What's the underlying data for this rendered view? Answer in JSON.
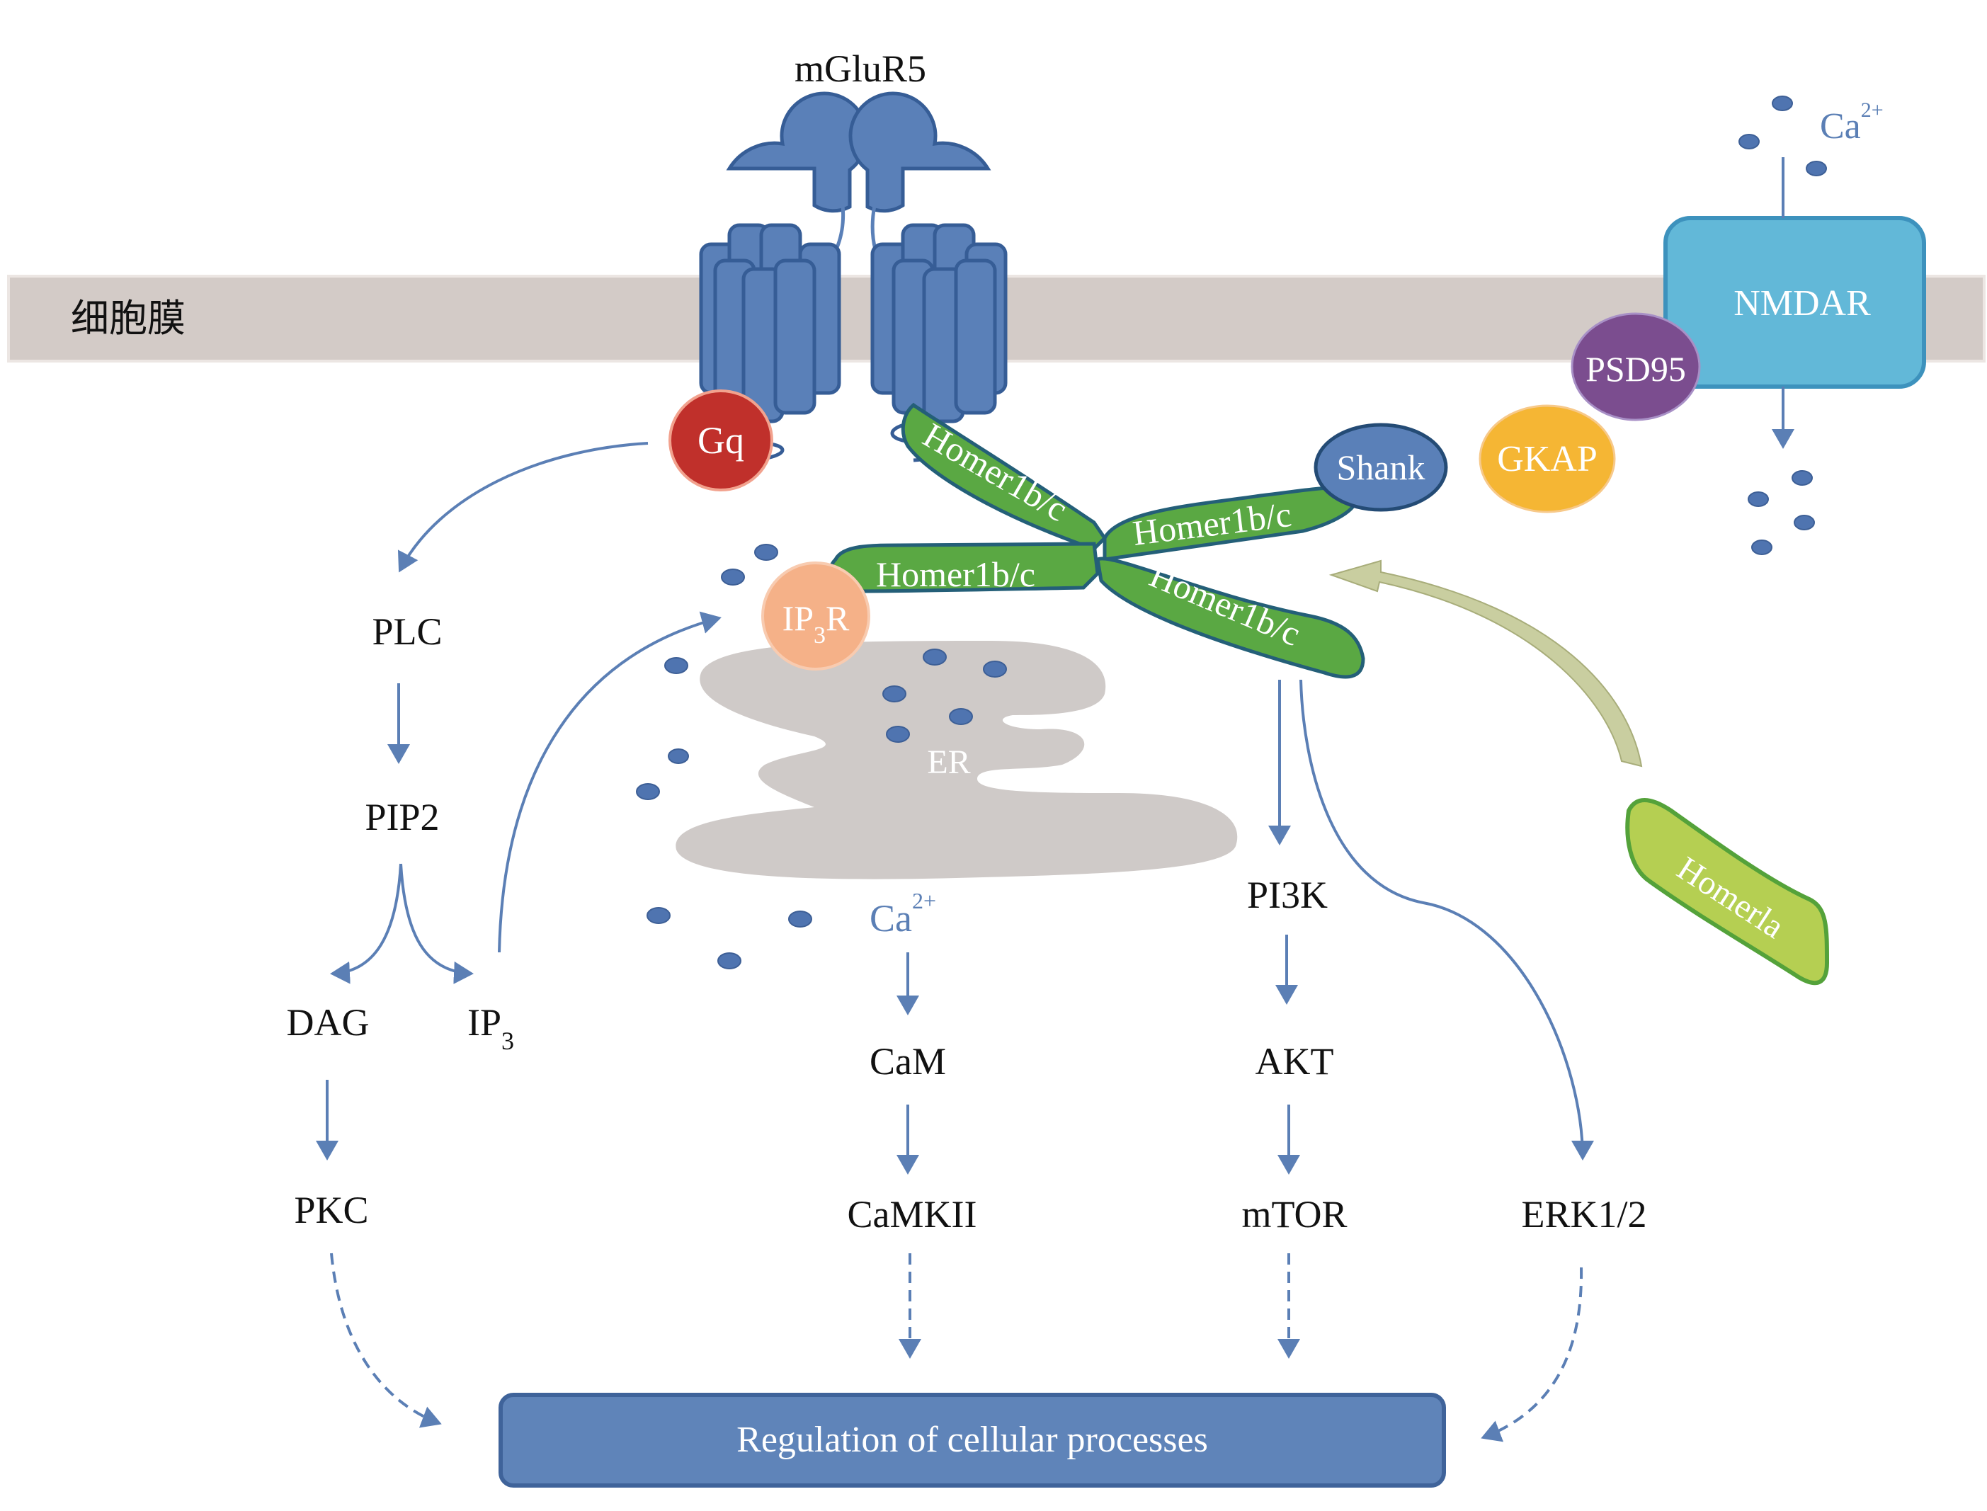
{
  "diagram": {
    "membrane_label": "细胞膜",
    "receptor_label": "mGluR5",
    "gq_label": "Gq",
    "homer_label": "Homer1b/c",
    "homer1a_label": "Homerla",
    "shank_label": "Shank",
    "gkap_label": "GKAP",
    "psd95_label": "PSD95",
    "nmdar_label": "NMDAR",
    "ip3r": {
      "main": "IP",
      "sub": "3",
      "tail": "R"
    },
    "er_label": "ER",
    "calcium_top": {
      "main": "Ca",
      "sup": "2+"
    },
    "calcium_er": {
      "main": "Ca",
      "sup": "2+"
    },
    "pathway_nodes": {
      "plc": "PLC",
      "pip2": "PIP2",
      "dag": "DAG",
      "ip3": {
        "main": "IP",
        "sub": "3"
      },
      "pkc": "PKC",
      "cam": "CaM",
      "camkii": "CaMKII",
      "pi3k": "PI3K",
      "akt": "AKT",
      "mtor": "mTOR",
      "erk": "ERK1/2"
    },
    "outcome_label": "Regulation of cellular processes",
    "colors": {
      "membrane": "#d3cbc7",
      "receptor": "#5a80b8",
      "gq": "#c0302b",
      "homer1bc": "#5aa843",
      "homer1a": "#b5cf52",
      "shank": "#5a80b8",
      "gkap": "#f5b634",
      "psd95": "#7b4d8f",
      "nmdar": "#62b8d8",
      "ip3r": "#f5b188",
      "er": "#cfcac8",
      "arrow": "#5b7fb5",
      "outcome_box": "#5f84b9"
    }
  }
}
